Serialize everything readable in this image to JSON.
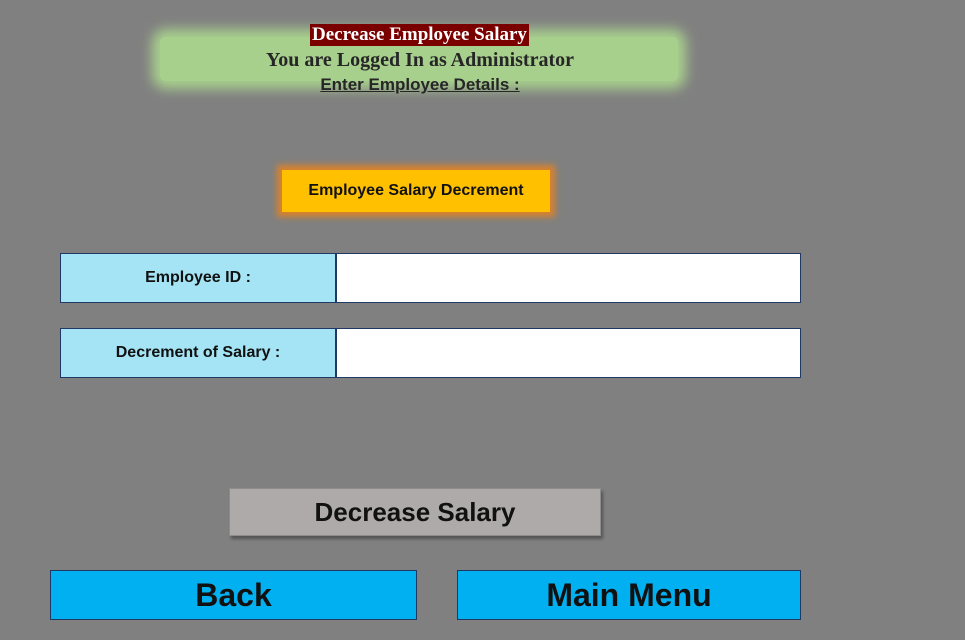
{
  "header": {
    "title": "Decrease Employee Salary",
    "logged_in_text": "You are Logged In as Administrator",
    "instructions": "Enter Employee Details :"
  },
  "section": {
    "banner": "Employee Salary Decrement"
  },
  "form": {
    "employee_id": {
      "label": "Employee ID :",
      "value": ""
    },
    "decrement": {
      "label": "Decrement of Salary :",
      "value": ""
    }
  },
  "actions": {
    "decrease_label": "Decrease Salary",
    "back_label": "Back",
    "main_menu_label": "Main Menu"
  },
  "colors": {
    "background": "#808080",
    "header_glow": "#a8d08d",
    "title_bg": "#7a0000",
    "banner_bg": "#ffc000",
    "label_bg": "#a4e4f5",
    "nav_button_bg": "#00b0f0",
    "action_button_bg": "#aeaaaa"
  }
}
